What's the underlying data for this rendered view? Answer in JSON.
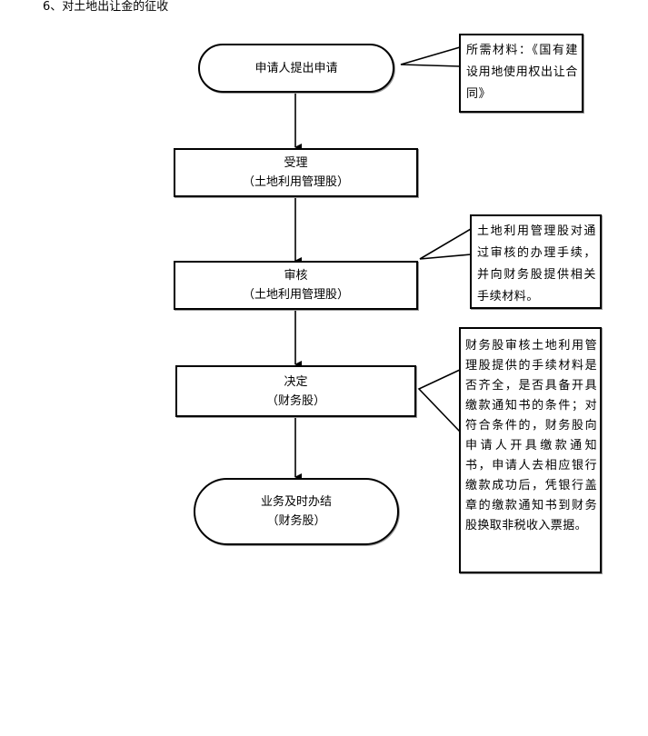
{
  "heading": "6、对土地出让金的征收",
  "nodes": [
    {
      "id": "apply",
      "shape": "terminal",
      "line1": "申请人提出申请",
      "line2": ""
    },
    {
      "id": "accept",
      "shape": "process",
      "line1": "受理",
      "line2": "（土地利用管理股）"
    },
    {
      "id": "review",
      "shape": "process",
      "line1": "审核",
      "line2": "（土地利用管理股）"
    },
    {
      "id": "decide",
      "shape": "process",
      "line1": "决定",
      "line2": "（财务股）"
    },
    {
      "id": "complete",
      "shape": "terminal",
      "line1": "业务及时办结",
      "line2": "（财务股）"
    }
  ],
  "callouts": [
    {
      "attached_to": "apply",
      "text": "所需材料：《国有建设用地使用权出让合同》"
    },
    {
      "attached_to": "review",
      "text": "土地利用管理股对通过审核的办理手续，并向财务股提供相关手续材料。"
    },
    {
      "attached_to": "decide",
      "text": "财务股审核土地利用管理股提供的手续材料是否齐全，是否具备开具缴款通知书的条件；对符合条件的，财务股向申请人开具缴款通知书，申请人去相应银行缴款成功后，凭银行盖章的缴款通知书到财务股换取非税收入票据。"
    }
  ],
  "edges": [
    {
      "from": "apply",
      "to": "accept"
    },
    {
      "from": "accept",
      "to": "review"
    },
    {
      "from": "review",
      "to": "decide"
    },
    {
      "from": "decide",
      "to": "complete"
    }
  ]
}
